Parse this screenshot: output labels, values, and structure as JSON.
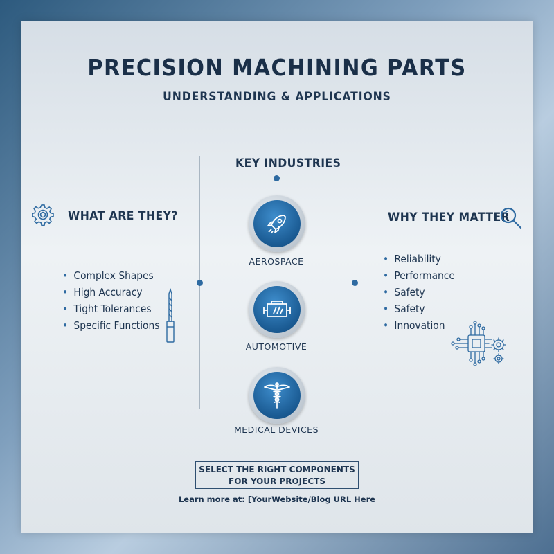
{
  "header": {
    "title": "PRECISION MACHINING PARTS",
    "subtitle": "UNDERSTANDING & APPLICATIONS"
  },
  "left": {
    "heading": "WHAT ARE THEY?",
    "heading_icon": "gear-icon",
    "items": [
      "Complex Shapes",
      "High Accuracy",
      "Tight Tolerances",
      "Specific Functions"
    ],
    "decor_icon": "drill-bit-icon"
  },
  "center": {
    "heading": "KEY INDUSTRIES",
    "industries": [
      {
        "label": "AEROSPACE",
        "icon": "rocket-icon"
      },
      {
        "label": "AUTOMOTIVE",
        "icon": "engine-icon"
      },
      {
        "label": "MEDICAL DEVICES",
        "icon": "caduceus-icon"
      }
    ]
  },
  "right": {
    "heading": "WHY THEY MATTER",
    "heading_icon": "magnifier-icon",
    "items": [
      "Reliability",
      "Performance",
      "Safety",
      "Safety",
      "Innovation"
    ],
    "decor_icon": "circuit-chip-icon"
  },
  "footer": {
    "cta_line1": "SELECT THE RIGHT COMPONENTS",
    "cta_line2": "FOR YOUR PROJECTS",
    "learn_more": "Learn more at: [YourWebsite/Blog URL Here"
  },
  "colors": {
    "accent": "#2e6aa1",
    "text": "#1e3550",
    "title": "#1a2f48"
  }
}
